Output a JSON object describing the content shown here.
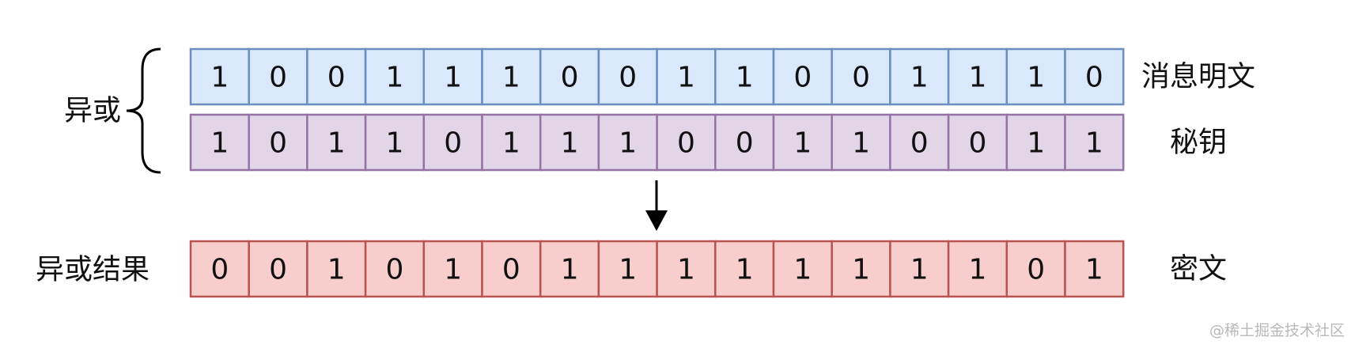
{
  "rows": [
    {
      "id": "plaintext",
      "bits": [
        1,
        0,
        0,
        1,
        1,
        1,
        0,
        0,
        1,
        1,
        0,
        0,
        1,
        1,
        1,
        0
      ],
      "label": "消息明文",
      "fill": "#dae8fc",
      "stroke": "#6c8ebf"
    },
    {
      "id": "key",
      "bits": [
        1,
        0,
        1,
        1,
        0,
        1,
        1,
        1,
        0,
        0,
        1,
        1,
        0,
        0,
        1,
        1
      ],
      "label": "秘钥",
      "fill": "#e1d5e7",
      "stroke": "#9673a6"
    },
    {
      "id": "ciphertext",
      "bits": [
        0,
        0,
        1,
        0,
        1,
        0,
        1,
        1,
        1,
        1,
        1,
        1,
        1,
        1,
        0,
        1
      ],
      "label": "密文",
      "fill": "#f8cecc",
      "stroke": "#b85450"
    }
  ],
  "operation_label": "异或",
  "result_label": "异或结果",
  "watermark": "@稀土掘金技术社区"
}
